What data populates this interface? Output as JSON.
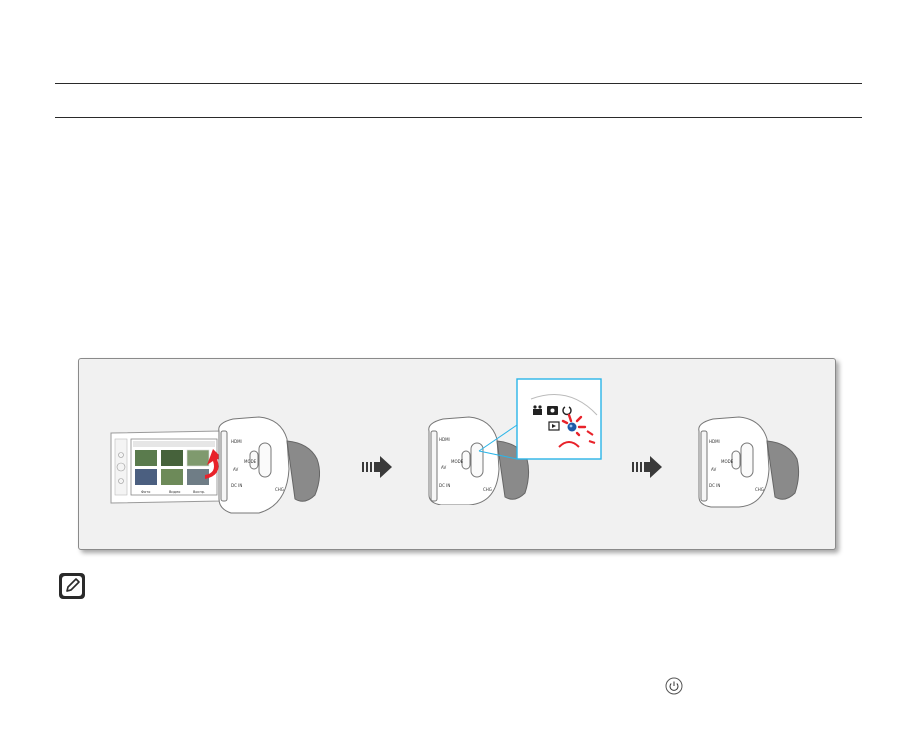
{
  "screen": {
    "bottom_buttons": [
      "Фото",
      "Видео",
      "Воспр."
    ]
  },
  "camera_labels": {
    "hdmi": "HDMI",
    "av": "AV",
    "dc_in": "DC IN",
    "mode": "MODE",
    "chg": "CHG"
  },
  "colors": {
    "panel_bg": "#f1f1f1",
    "body_grey": "#9a9a9a",
    "highlight_cyan": "#2bb5e8",
    "arrow_grey": "#3a3a3a",
    "flash_red": "#e8222a",
    "mode_blue": "#1e5aa8"
  },
  "icons": [
    "note-icon",
    "power-icon",
    "arrow-right-icon",
    "movie-icon",
    "camera-icon",
    "play-icon"
  ]
}
